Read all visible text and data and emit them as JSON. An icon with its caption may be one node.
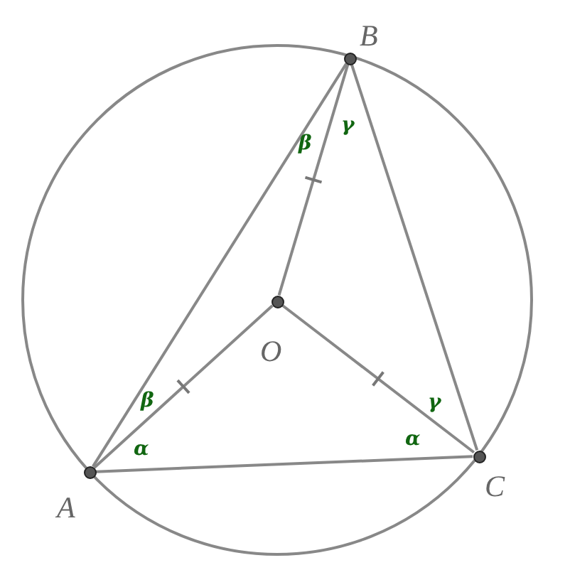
{
  "diagram": {
    "nodes": [
      {
        "text": [
          "B"
        ]
      },
      {
        "text": [
          "O"
        ]
      },
      {
        "text": [
          "A"
        ]
      },
      {
        "text": [
          "C"
        ]
      }
    ],
    "edges": [
      {
        "from": 2,
        "to": 0,
        "arrow": "none"
      },
      {
        "from": 0,
        "to": 3,
        "arrow": "none"
      },
      {
        "from": 3,
        "to": 2,
        "arrow": "none"
      },
      {
        "from": 1,
        "to": 2,
        "arrow": "none"
      },
      {
        "from": 1,
        "to": 0,
        "arrow": "none"
      },
      {
        "from": 1,
        "to": 3,
        "arrow": "none"
      }
    ],
    "labels": [
      "γ",
      "β",
      "β",
      "γ",
      "α",
      "α"
    ]
  }
}
